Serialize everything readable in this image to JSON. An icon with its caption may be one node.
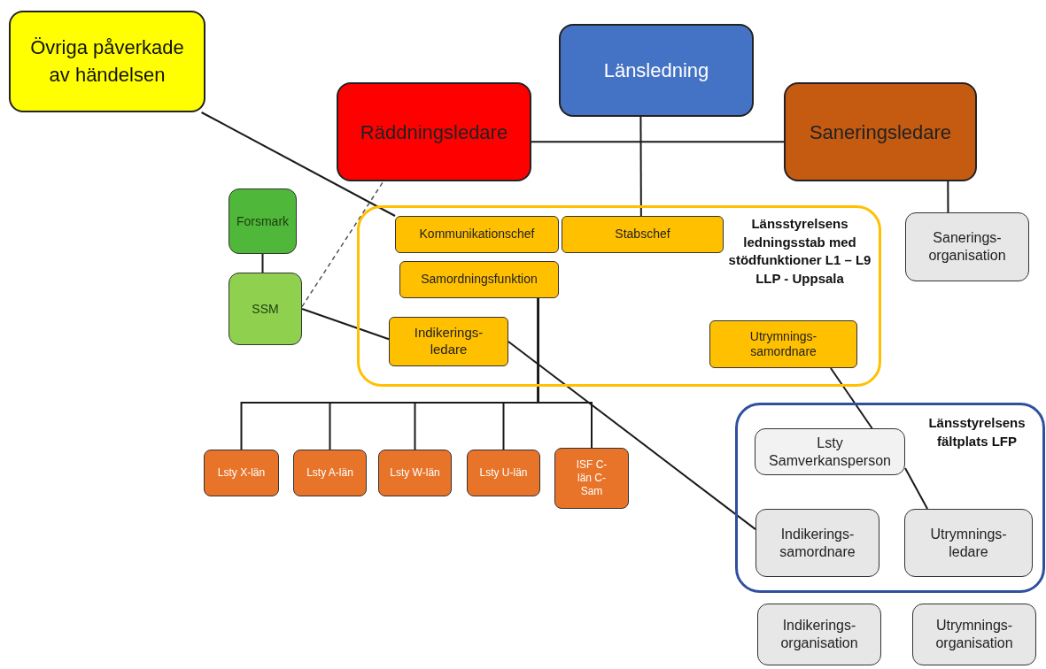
{
  "diagram": {
    "nodes": [
      {
        "text": [
          "Övriga påverkade av händelsen"
        ]
      },
      {
        "text": [
          "Länsledning"
        ]
      },
      {
        "text": [
          "Räddningsledare"
        ]
      },
      {
        "text": [
          "Saneringsledare"
        ]
      },
      {
        "text": [
          "Forsmark"
        ]
      },
      {
        "text": [
          "SSM"
        ]
      },
      {
        "text": [
          "Länsstyrelsens ledningsstab med stödfunktioner L1 – L9 LLP - Uppsala"
        ]
      },
      {
        "text": [
          "Kommunikationschef"
        ],
        "in": 6
      },
      {
        "text": [
          "Stabschef"
        ],
        "in": 6
      },
      {
        "text": [
          "Samordningsfunktion"
        ],
        "in": 6
      },
      {
        "text": [
          "Indikerings-ledare"
        ],
        "in": 6
      },
      {
        "text": [
          "Utrymnings-samordnare"
        ],
        "in": 6
      },
      {
        "text": [
          "Sanerings-organisation"
        ]
      },
      {
        "text": [
          "Länsstyrelsens fältplats LFP"
        ]
      },
      {
        "text": [
          "Lsty Samverkansperson"
        ],
        "in": 13
      },
      {
        "text": [
          "Indikerings-samordnare"
        ],
        "in": 13
      },
      {
        "text": [
          "Utrymnings-ledare"
        ],
        "in": 13
      },
      {
        "text": [
          "Lsty X-län"
        ]
      },
      {
        "text": [
          "Lsty A-län"
        ]
      },
      {
        "text": [
          "Lsty W-län"
        ]
      },
      {
        "text": [
          "Lsty U-län"
        ]
      },
      {
        "text": [
          "ISF C-län C-Sam"
        ]
      },
      {
        "text": [
          "Indikerings-organisation"
        ]
      },
      {
        "text": [
          "Utrymnings-organisation"
        ]
      }
    ],
    "edges": [
      {
        "from": 0,
        "to": 7,
        "arrow": "none"
      },
      {
        "from": 1,
        "to": 8,
        "arrow": "none"
      },
      {
        "from": 2,
        "to": 3,
        "arrow": "none"
      },
      {
        "from": 3,
        "to": 12,
        "arrow": "none"
      },
      {
        "from": 4,
        "to": 5,
        "arrow": "none"
      },
      {
        "from": 5,
        "to": 10,
        "arrow": "none"
      },
      {
        "from": 5,
        "to": 2,
        "arrow": "none",
        "style": "dashed"
      },
      {
        "from": 9,
        "to": 17,
        "arrow": "none"
      },
      {
        "from": 9,
        "to": 18,
        "arrow": "none"
      },
      {
        "from": 9,
        "to": 19,
        "arrow": "none"
      },
      {
        "from": 9,
        "to": 20,
        "arrow": "none"
      },
      {
        "from": 9,
        "to": 21,
        "arrow": "none"
      },
      {
        "from": 10,
        "to": 15,
        "arrow": "none"
      },
      {
        "from": 11,
        "to": 14,
        "arrow": "none"
      },
      {
        "from": 14,
        "to": 16,
        "arrow": "none"
      }
    ]
  }
}
